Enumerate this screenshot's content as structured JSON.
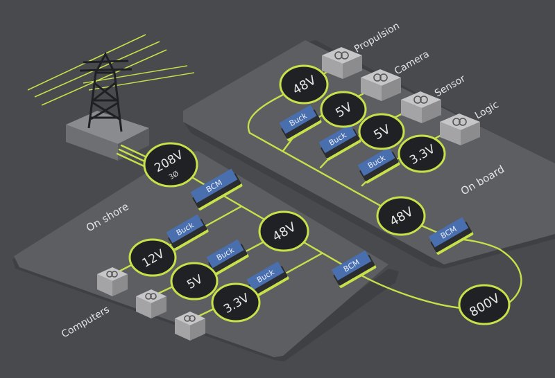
{
  "colors": {
    "background": "#494a4e",
    "platform": "#5d5e62",
    "platform_shadow": "#3f4044",
    "line": "#c8e04a",
    "module_blue": "#4a6fae",
    "module_dark": "#2b2c30",
    "bubble": "#202124",
    "load_box": "#a4a4a6",
    "label": "#e3e3e3"
  },
  "areas": {
    "shore": "On shore",
    "board": "On board",
    "computers": "Computers"
  },
  "grid_input": {
    "voltage": "208V",
    "phase": "3Ø"
  },
  "converters": {
    "bcm_shore_in": "BCM",
    "bcm_shore_out": "BCM",
    "bcm_board_in": "BCM",
    "buck_shore_12": "Buck",
    "buck_shore_5": "Buck",
    "buck_shore_33": "Buck",
    "buck_board_5": "Buck",
    "buck_board_5b": "Buck",
    "buck_board_33": "Buck"
  },
  "voltages": {
    "shore_bus": "48V",
    "shore_12": "12V",
    "shore_5": "5V",
    "shore_33": "3.3V",
    "tether": "800V",
    "board_bus": "48V",
    "board_top": "48V",
    "board_5": "5V",
    "board_5b": "5V",
    "board_33": "3.3V"
  },
  "loads": {
    "propulsion": "Propulsion",
    "camera": "Camera",
    "sensor": "Sensor",
    "logic": "Logic"
  },
  "icons": {
    "load": "transformer-icon",
    "tower": "power-tower-icon"
  }
}
